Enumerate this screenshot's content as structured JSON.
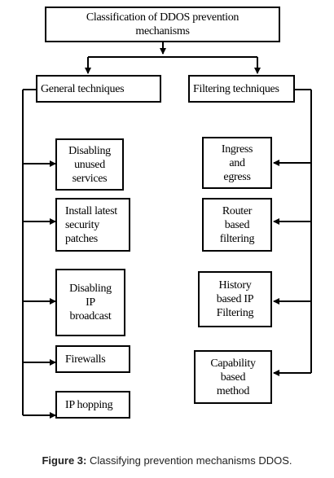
{
  "diagram": {
    "root": {
      "line1": "Classification of DDOS prevention",
      "line2": "mechanisms"
    },
    "general": {
      "title": "General techniques",
      "items": [
        {
          "lines": [
            "Disabling",
            "unused",
            "services"
          ]
        },
        {
          "lines": [
            "Install latest",
            "security",
            "patches"
          ]
        },
        {
          "lines": [
            "Disabling",
            "IP",
            "broadcast"
          ]
        },
        {
          "lines": [
            "Firewalls"
          ]
        },
        {
          "lines": [
            "IP hopping"
          ]
        }
      ]
    },
    "filtering": {
      "title": "Filtering techniques",
      "items": [
        {
          "lines": [
            "Ingress",
            "and",
            "egress"
          ]
        },
        {
          "lines": [
            "Router",
            "based",
            "filtering"
          ]
        },
        {
          "lines": [
            "History",
            "based IP",
            "Filtering"
          ]
        },
        {
          "lines": [
            "Capability",
            "based",
            "method"
          ]
        }
      ]
    }
  },
  "caption": {
    "label": "Figure 3:",
    "text": "Classifying prevention mechanisms DDOS."
  }
}
